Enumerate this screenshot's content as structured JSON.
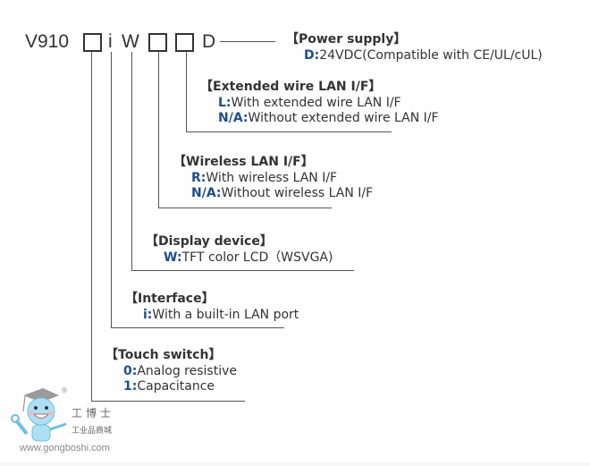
{
  "model": {
    "prefix": "V910",
    "segment_i": "i",
    "segment_w": "W",
    "segment_d": "D"
  },
  "groups": {
    "power_supply": {
      "title": "【Power supply】",
      "options": [
        {
          "code": "D:",
          "text": "24VDC(Compatible with CE/UL/cUL)"
        }
      ]
    },
    "extended_wire_lan": {
      "title": "【Extended wire LAN I/F】",
      "options": [
        {
          "code": "L:",
          "text": "With extended wire LAN I/F"
        },
        {
          "code": "N/A:",
          "text": "Without extended wire LAN I/F"
        }
      ]
    },
    "wireless_lan": {
      "title": "【Wireless LAN I/F】",
      "options": [
        {
          "code": "R:",
          "text": "With wireless LAN I/F"
        },
        {
          "code": "N/A:",
          "text": "Without wireless LAN I/F"
        }
      ]
    },
    "display_device": {
      "title": "【Display device】",
      "options": [
        {
          "code": "W:",
          "text": "TFT color LCD（WSVGA)"
        }
      ]
    },
    "interface": {
      "title": "【Interface】",
      "options": [
        {
          "code": "i:",
          "text": "With a built-in LAN port"
        }
      ]
    },
    "touch_switch": {
      "title": "【Touch switch】",
      "options": [
        {
          "code": "0:",
          "text": "Analog resistive"
        },
        {
          "code": "1:",
          "text": "Capacitance"
        }
      ]
    }
  },
  "watermark": {
    "brand_cn": "工博士",
    "subtitle_cn": "工业品商城",
    "url": "www.gongboshi.com",
    "registered": "®"
  },
  "colors": {
    "code": "#1f4e8c",
    "text": "#333333",
    "line": "#555555"
  }
}
